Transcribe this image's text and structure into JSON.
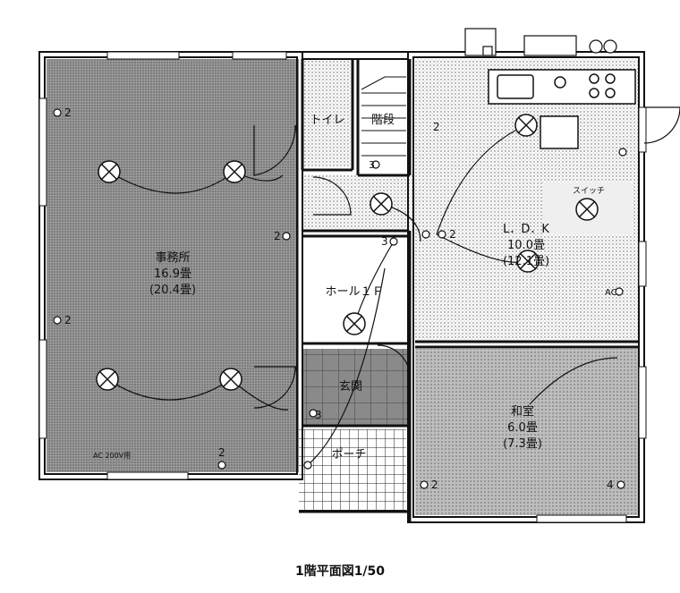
{
  "plan": {
    "caption": "1階平面図1/50",
    "rooms": {
      "office": {
        "name": "事務所",
        "size": "16.9畳",
        "size_alt": "(20.4畳)"
      },
      "toilet": {
        "name": "トイレ"
      },
      "stairs": {
        "name": "階段"
      },
      "ldk": {
        "name": "L．D．K",
        "size": "10.0畳",
        "size_alt": "(12.1畳)"
      },
      "hall": {
        "name": "ホール１Ｆ"
      },
      "entrance": {
        "name": "玄関"
      },
      "porch": {
        "name": "ポーチ"
      },
      "washitsu": {
        "name": "和室",
        "size": "6.0畳",
        "size_alt": "(7.3畳)"
      }
    },
    "outlet_labels": {
      "office_top_left": "2",
      "office_mid_left": "2",
      "office_bottom": "2",
      "office_right_wall": "2",
      "office_ac": "AC 200V用",
      "stairs_side": "2",
      "stairs_step": "3",
      "hall_switch": "3",
      "entrance_switch": "3",
      "ldk_center": "2",
      "ldk_ac": "AC",
      "washitsu_left": "2",
      "washitsu_right": "4",
      "kitchen_switch_label": "スイッチ"
    }
  }
}
